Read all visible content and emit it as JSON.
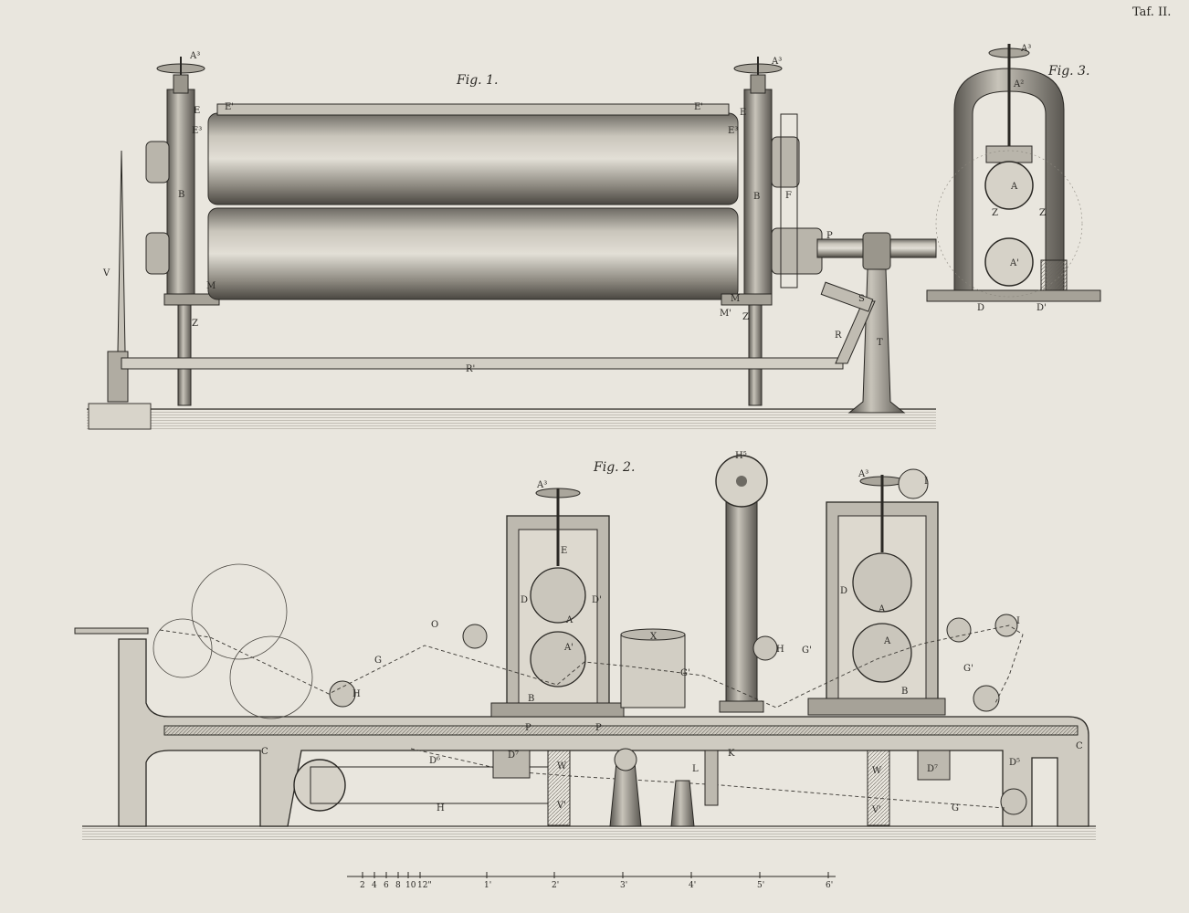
{
  "plate_number": "Taf. II.",
  "figures": {
    "fig1": "Fig. 1.",
    "fig2": "Fig. 2.",
    "fig3": "Fig. 3."
  },
  "labels": {
    "A3": "A³",
    "A2": "A²",
    "A": "A",
    "A1": "A'",
    "B": "B",
    "C": "C",
    "D": "D",
    "D1": "D'",
    "D5": "D⁵",
    "D6": "D⁶",
    "D7": "D⁷",
    "E": "E",
    "E1": "E'",
    "E3": "E³",
    "F": "F",
    "G": "G",
    "G1": "G'",
    "H": "H",
    "H5": "H⁵",
    "I": "I",
    "K": "K",
    "L": "L",
    "M": "M",
    "M1": "M'",
    "O": "O",
    "P": "P",
    "R": "R",
    "R1": "R'",
    "S": "S",
    "T": "T",
    "V": "V",
    "V1": "V'",
    "W": "W",
    "X": "X",
    "Z": "Z"
  },
  "scale": {
    "ticks": [
      "2",
      "4",
      "6",
      "8",
      "10",
      "12\"",
      "1'",
      "2'",
      "3'",
      "4'",
      "5'",
      "6'"
    ]
  }
}
